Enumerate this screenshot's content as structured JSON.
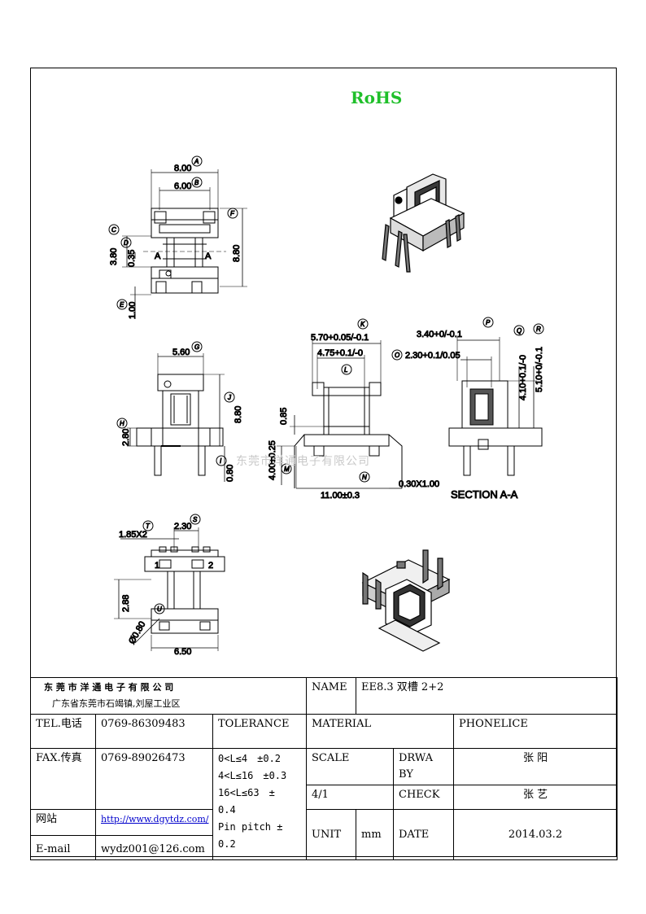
{
  "header": {
    "rohs": "RoHS",
    "watermark": "东莞市洋通电子有限公司"
  },
  "views": {
    "top": {
      "dim_a": "8.00",
      "dim_b": "6.00",
      "dim_c": "3.80",
      "dim_d": "0.35",
      "dim_f": "8.80",
      "dim_e": "1.00",
      "section_mark": "A",
      "bubble_a": "A",
      "bubble_b": "B",
      "bubble_c": "C",
      "bubble_d": "D",
      "bubble_e": "E",
      "bubble_f": "F"
    },
    "side": {
      "dim_g": "5.60",
      "dim_h": "2.80",
      "dim_j": "8.80",
      "dim_i": "0.80",
      "bubble_g": "G",
      "bubble_h": "H",
      "bubble_j": "J",
      "bubble_i": "I"
    },
    "front": {
      "dim_k": "5.70+0.05/-0.1",
      "dim_l": "4.75+0.1/-0",
      "dim_085": "0.85",
      "dim_m": "4.00±0.25",
      "dim_n": "11.00±0.3",
      "dim_pin": "0.30X1.00",
      "bubble_k": "K",
      "bubble_l": "L",
      "bubble_m": "M",
      "bubble_n": "N"
    },
    "section": {
      "dim_p": "3.40+0/-0.1",
      "dim_o": "2.30+0.1/0.05",
      "dim_q": "4.10+0.1/-0",
      "dim_r": "5.10+0/-0.1",
      "label": "SECTION A-A",
      "bubble_p": "P",
      "bubble_o": "O",
      "bubble_q": "Q",
      "bubble_r": "R"
    },
    "bottom": {
      "dim_t": "1.85X2",
      "dim_s": "2.30",
      "dim_288": "2.88",
      "dim_u": "Ø0.80",
      "dim_650": "6.50",
      "pin1": "1",
      "pin2": "2",
      "bubble_t": "T",
      "bubble_s": "S",
      "bubble_u": "U"
    }
  },
  "title_block": {
    "company": "东 莞 市 洋 通 电 子 有 限 公 司",
    "address": "广东省东莞市石竭镇,刘屋工业区",
    "name_label": "NAME",
    "name_value": "EE8.3 双槽 2+2",
    "tel_label": "TEL.电话",
    "tel_value": "0769-86309483",
    "tolerance_label": "TOLERANCE",
    "material_label": "MATERIAL",
    "material_value": "PHONELICE",
    "fax_label": "FAX.传真",
    "fax_value": "0769-89026473",
    "tolerance_lines": [
      "0<L≤4　±0.2",
      "4<L≤16　±0.3",
      "16<L≤63　±",
      "0.4",
      "Pin pitch ±",
      "0.2"
    ],
    "scale_label": "SCALE",
    "drawn_label": "DRWA BY",
    "drawn_value": "张 阳",
    "scale_value": "4/1",
    "check_label": "CHECK",
    "check_value": "张 艺",
    "web_label": "网站",
    "web_value": "http://www.dgytdz.com/",
    "email_label": "E-mail",
    "email_value": "wydz001@126.com",
    "unit_label": "UNIT",
    "unit_value": "mm",
    "date_label": "DATE",
    "date_value": "2014.03.2"
  }
}
